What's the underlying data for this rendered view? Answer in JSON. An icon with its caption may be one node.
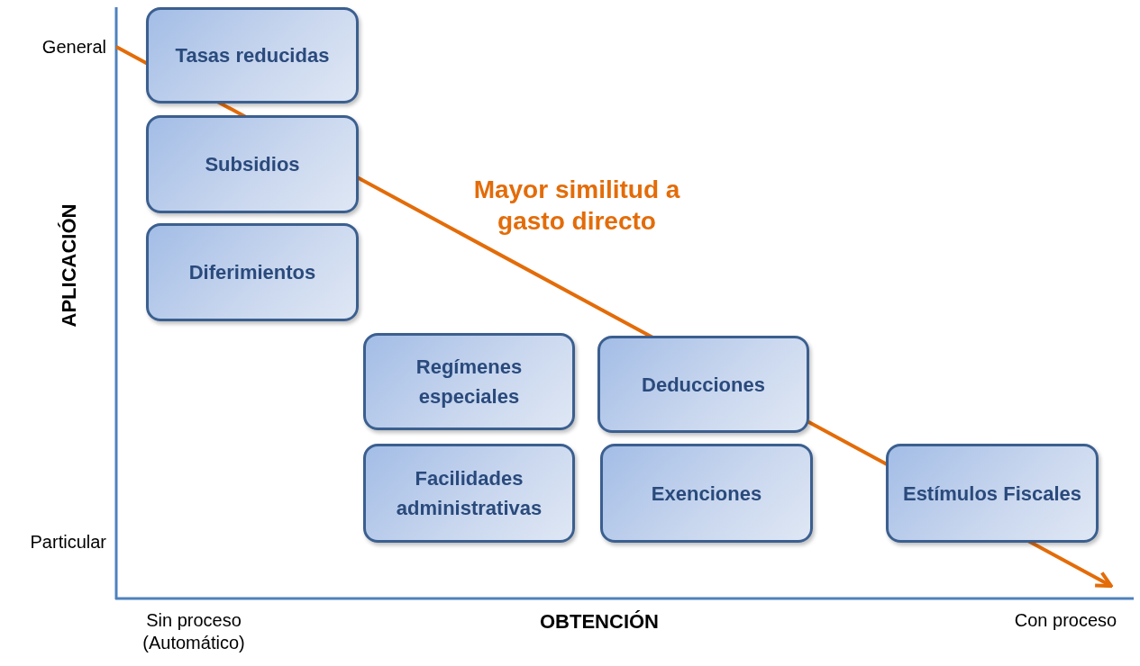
{
  "diagram": {
    "nodes": [
      {
        "text": [
          "Tasas reducidas"
        ]
      },
      {
        "text": [
          "Subsidios"
        ]
      },
      {
        "text": [
          "Diferimientos"
        ]
      },
      {
        "text": [
          "Regímenes especiales"
        ]
      },
      {
        "text": [
          "Deducciones"
        ]
      },
      {
        "text": [
          "Facilidades administrativas"
        ]
      },
      {
        "text": [
          "Exenciones"
        ]
      },
      {
        "text": [
          "Estímulos Fiscales"
        ]
      }
    ],
    "labels": [
      "General",
      "APLICACIÓN",
      "Mayor similitud a gasto directo",
      "Particular",
      "Sin proceso (Automático)",
      "OBTENCIÓN",
      "Con proceso"
    ]
  }
}
